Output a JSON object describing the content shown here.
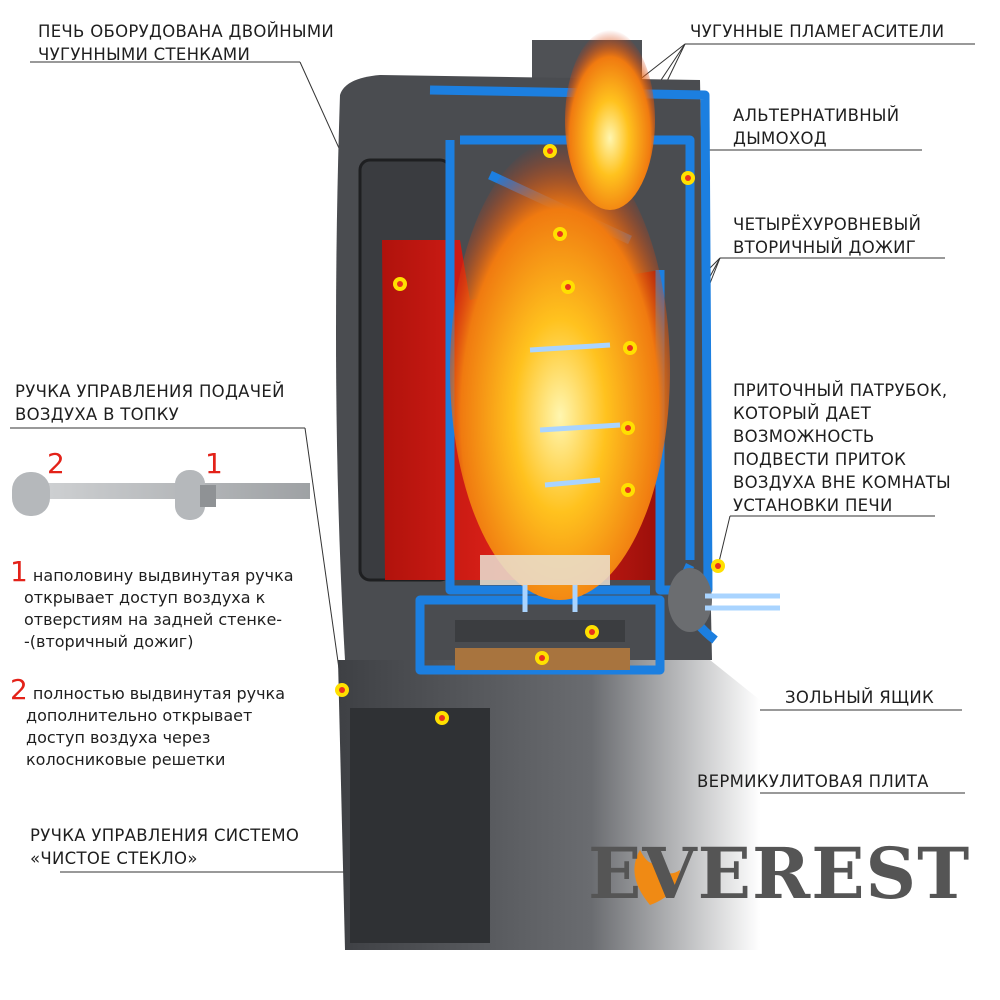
{
  "labels": {
    "double_walls": [
      "ПЕЧЬ ОБОРУДОВАНА ДВОЙНЫМИ",
      "ЧУГУННЫМИ СТЕНКАМИ"
    ],
    "flame_dampers": [
      "ЧУГУННЫЕ ПЛАМЕГАСИТЕЛИ"
    ],
    "alt_chimney": [
      "АЛЬТЕРНАТИВНЫЙ",
      "ДЫМОХОД"
    ],
    "afterburn": [
      "ЧЕТЫРЁХУРОВНЕВЫЙ",
      "ВТОРИЧНЫЙ ДОЖИГ"
    ],
    "inlet": [
      "ПРИТОЧНЫЙ ПАТРУБОК,",
      "КОТОРЫЙ ДАЕТ",
      "ВОЗМОЖНОСТЬ",
      "ПОДВЕСТИ ПРИТОК",
      "ВОЗДУХА ВНЕ КОМНАТЫ",
      "УСТАНОВКИ ПЕЧИ"
    ],
    "ash_box": [
      "ЗОЛЬНЫЙ ЯЩИК"
    ],
    "vermiculite": [
      "ВЕРМИКУЛИТОВАЯ ПЛИТА"
    ],
    "air_handle": [
      "РУЧКА УПРАВЛЕНИЯ ПОДАЧЕЙ",
      "ВОЗДУХА В ТОПКУ"
    ],
    "clean_glass": [
      "РУЧКА УПРАВЛЕНИЯ СИСТЕМО",
      "«ЧИСТОЕ СТЕКЛО»"
    ]
  },
  "handle_positions": {
    "pos2": "2",
    "pos1": "1"
  },
  "notes": [
    {
      "num": "1",
      "lines": [
        "наполовину выдвинутая ручка",
        "открывает доступ воздуха к",
        "отверстиям на задней стенке-",
        "-(вторичный дожиг)"
      ]
    },
    {
      "num": "2",
      "lines": [
        "полностью выдвинутая ручка",
        "дополнительно открывает",
        "доступ воздуха через",
        "колосниковые решетки"
      ]
    }
  ],
  "logo": "EVEREST",
  "colors": {
    "steel": "#4a4c50",
    "blue": "#1c7fe0",
    "fire": "#f29a16",
    "firebox": "#c2160e",
    "dot": "#ffe000",
    "dot_center": "#e8321e",
    "accent_red": "#e32219"
  }
}
